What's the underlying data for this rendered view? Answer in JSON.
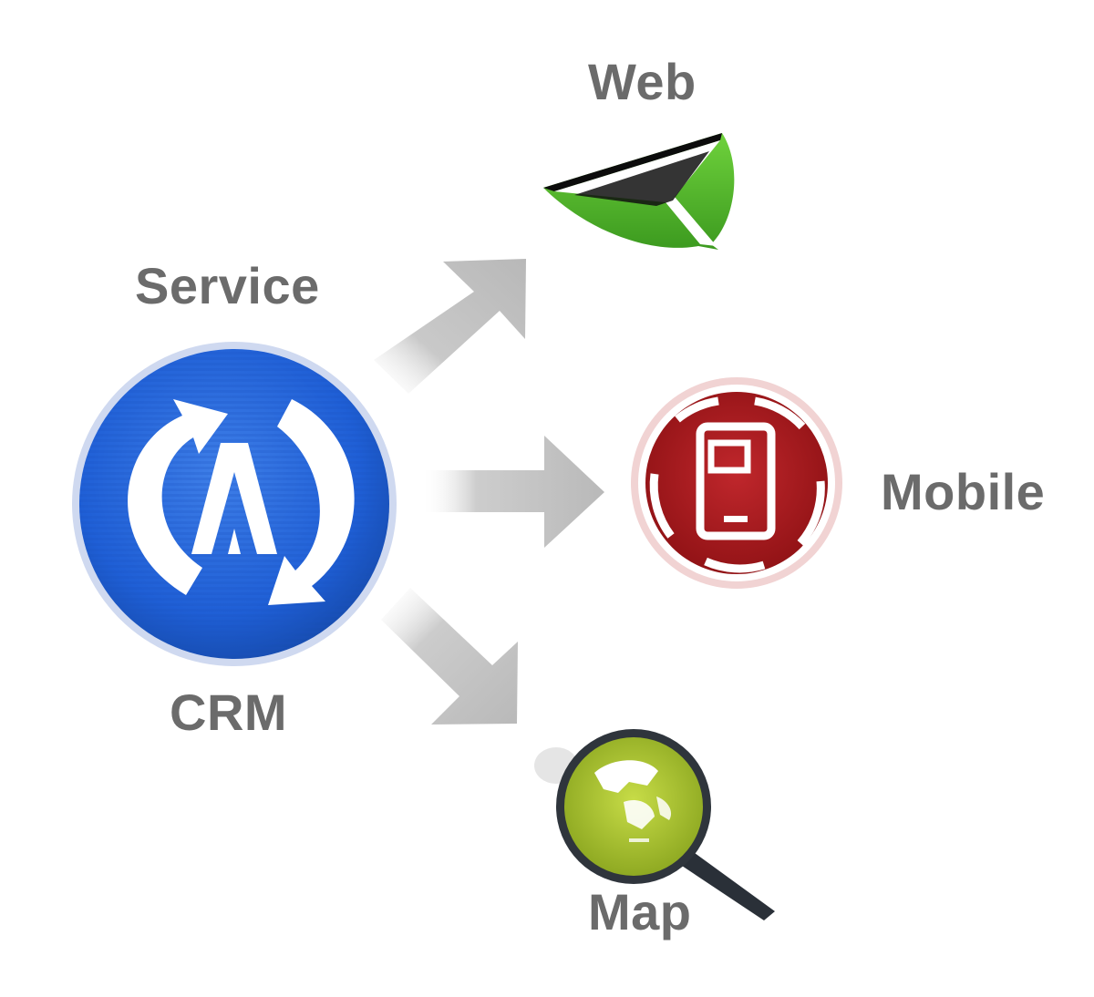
{
  "labels": {
    "service": "Service",
    "crm": "CRM",
    "web": "Web",
    "mobile": "Mobile",
    "map": "Map"
  },
  "icons": {
    "crm": "crm-sync-icon",
    "web": "web-envelope-icon",
    "mobile": "mobile-phone-icon",
    "map": "map-magnifier-icon"
  },
  "colors": {
    "label_text": "#6b6b6b",
    "arrow": "#c0c0c0",
    "crm_blue": "#1f5fd6",
    "web_green": "#4fb52a",
    "mobile_red": "#a4161a",
    "map_yellow_green": "#a8c12e"
  }
}
